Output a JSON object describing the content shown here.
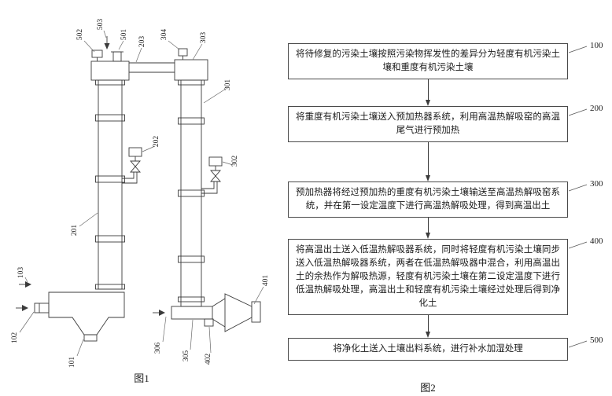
{
  "colors": {
    "ink": "#3b3b3b",
    "text": "#1b1b1b",
    "background": "#ffffff"
  },
  "figure1": {
    "caption": "图1",
    "labels": {
      "n101": "101",
      "n102": "102",
      "n103": "103",
      "n201": "201",
      "n202": "202",
      "n203": "203",
      "n301": "301",
      "n302": "302",
      "n303": "303",
      "n304": "304",
      "n305": "305",
      "n306": "306",
      "n401": "401",
      "n402": "402",
      "n501": "501",
      "n502": "502",
      "n503": "503"
    }
  },
  "figure2": {
    "caption": "图2",
    "steps": [
      {
        "ref": "100",
        "text": "将待修复的污染土壤按照污染物挥发性的差异分为轻度有机污染土壤和重度有机污染土壤"
      },
      {
        "ref": "200",
        "text": "将重度有机污染土壤送入预加热器系统，利用高温热解吸窑的高温尾气进行预加热"
      },
      {
        "ref": "300",
        "text": "预加热器将经过预加热的重度有机污染土壤输送至高温热解吸窑系统，并在第一设定温度下进行高温热解吸处理，得到高温出土"
      },
      {
        "ref": "400",
        "text": "将高温出土送入低温热解吸器系统，同时将轻度有机污染土壤同步送入低温热解吸器系统，两者在低温热解吸器中混合，利用高温出土的余热作为解吸热源，轻度有机污染土壤在第二设定温度下进行低温热解吸处理，高温出土和轻度有机污染土壤经过处理后得到净化土"
      },
      {
        "ref": "500",
        "text": "将净化土送入土壤出料系统，进行补水加湿处理"
      }
    ]
  }
}
